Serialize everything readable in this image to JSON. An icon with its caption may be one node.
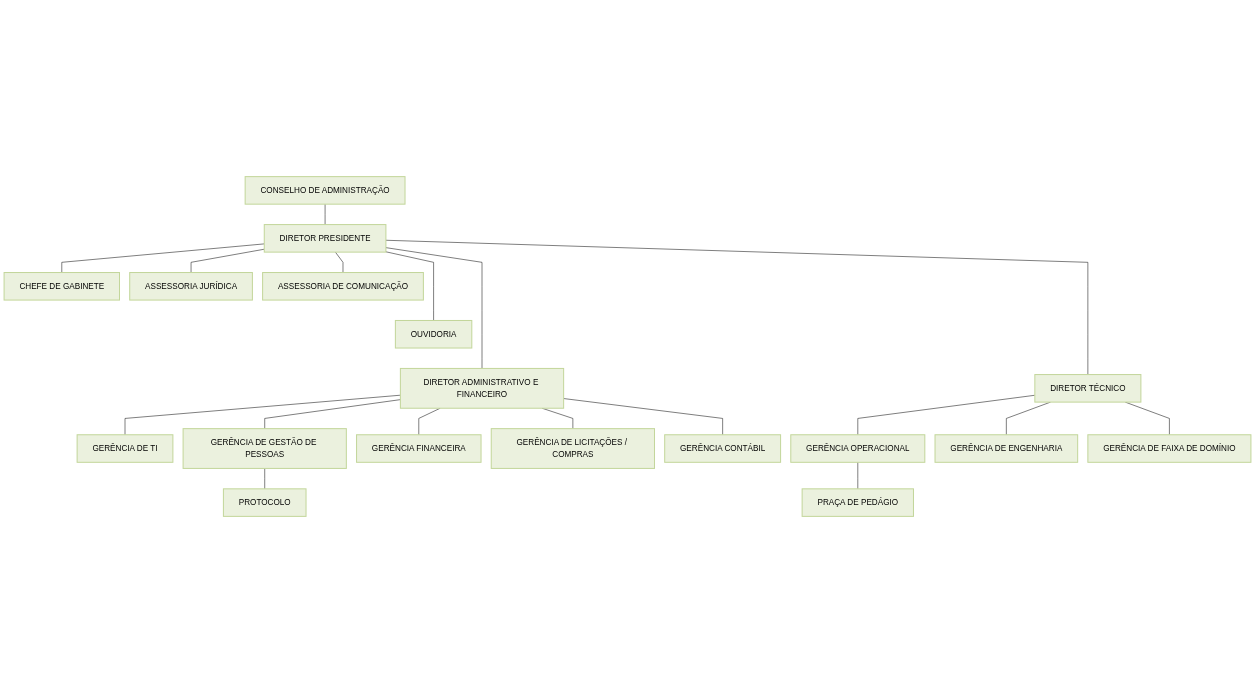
{
  "diagram": {
    "nodes": [
      {
        "text": [
          "CONSELHO DE ADMINISTRAÇÃO"
        ]
      },
      {
        "text": [
          "DIRETOR PRESIDENTE"
        ]
      },
      {
        "text": [
          "CHEFE DE GABINETE"
        ]
      },
      {
        "text": [
          "ASSESSORIA JURÍDICA"
        ]
      },
      {
        "text": [
          "ASSESSORIA DE COMUNICAÇÃO"
        ]
      },
      {
        "text": [
          "OUVIDORIA"
        ]
      },
      {
        "text": [
          "DIRETOR ADMINISTRATIVO E FINANCEIRO"
        ]
      },
      {
        "text": [
          "DIRETOR TÉCNICO"
        ]
      },
      {
        "text": [
          "GERÊNCIA DE TI"
        ]
      },
      {
        "text": [
          "GERÊNCIA DE GESTÃO DE PESSOAS"
        ]
      },
      {
        "text": [
          "GERÊNCIA FINANCEIRA"
        ]
      },
      {
        "text": [
          "GERÊNCIA DE LICITAÇÕES / COMPRAS"
        ]
      },
      {
        "text": [
          "GERÊNCIA CONTÁBIL"
        ]
      },
      {
        "text": [
          "PROTOCOLO"
        ]
      },
      {
        "text": [
          "GERÊNCIA OPERACIONAL"
        ]
      },
      {
        "text": [
          "GERÊNCIA DE ENGENHARIA"
        ]
      },
      {
        "text": [
          "GERÊNCIA DE FAIXA DE DOMÍNIO"
        ]
      },
      {
        "text": [
          "PRAÇA DE PEDÁGIO"
        ]
      }
    ],
    "edges": [
      {
        "from": 0,
        "to": 1,
        "arrow": "none"
      },
      {
        "from": 1,
        "to": 2,
        "arrow": "none"
      },
      {
        "from": 1,
        "to": 3,
        "arrow": "none"
      },
      {
        "from": 1,
        "to": 4,
        "arrow": "none"
      },
      {
        "from": 1,
        "to": 5,
        "arrow": "none"
      },
      {
        "from": 1,
        "to": 6,
        "arrow": "none"
      },
      {
        "from": 1,
        "to": 7,
        "arrow": "none"
      },
      {
        "from": 6,
        "to": 8,
        "arrow": "none"
      },
      {
        "from": 6,
        "to": 9,
        "arrow": "none"
      },
      {
        "from": 6,
        "to": 10,
        "arrow": "none"
      },
      {
        "from": 6,
        "to": 11,
        "arrow": "none"
      },
      {
        "from": 6,
        "to": 12,
        "arrow": "none"
      },
      {
        "from": 9,
        "to": 13,
        "arrow": "none"
      },
      {
        "from": 7,
        "to": 14,
        "arrow": "none"
      },
      {
        "from": 7,
        "to": 15,
        "arrow": "none"
      },
      {
        "from": 7,
        "to": 16,
        "arrow": "none"
      },
      {
        "from": 14,
        "to": 17,
        "arrow": "none"
      }
    ]
  }
}
